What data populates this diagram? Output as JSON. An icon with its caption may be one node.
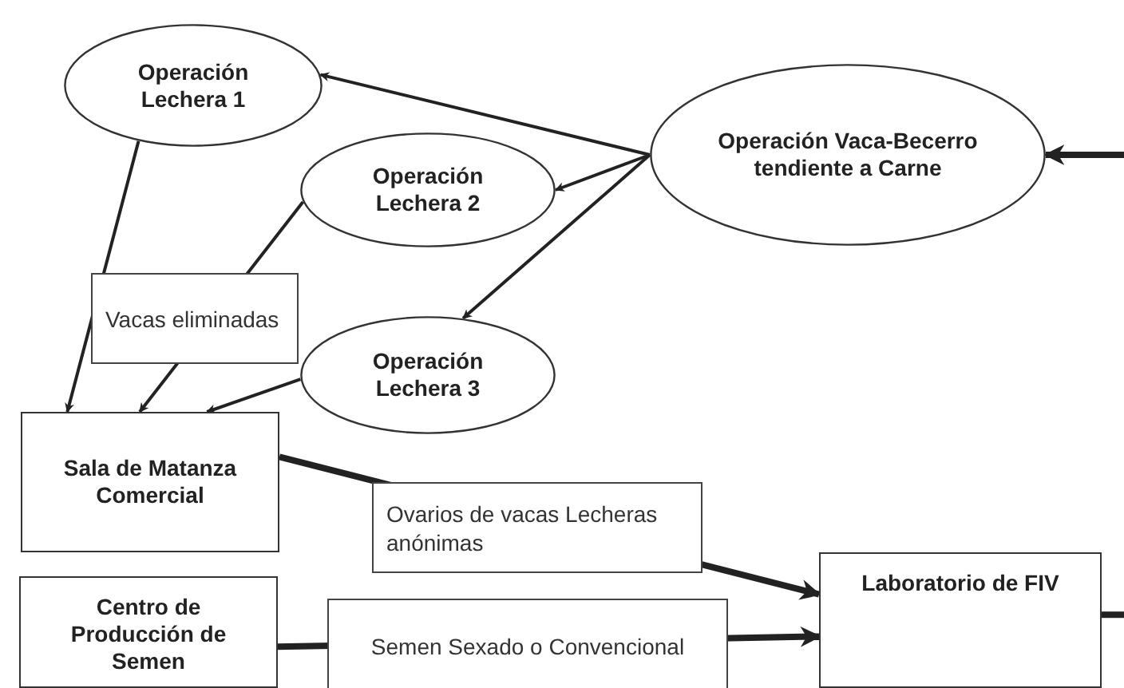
{
  "diagram": {
    "nodes": [
      {
        "text": [
          "Operación Lechera 1"
        ]
      },
      {
        "text": [
          "Operación Lechera 2"
        ]
      },
      {
        "text": [
          "Operación Vaca-Becerro tendiente a Carne"
        ]
      },
      {
        "text": [
          "Operación Lechera 3"
        ]
      },
      {
        "text": [
          "Sala de Matanza Comercial"
        ]
      },
      {
        "text": [
          "Centro de Producción de Semen"
        ]
      },
      {
        "text": [
          "Laboratorio de FIV"
        ]
      }
    ],
    "edges": [
      {
        "from": null,
        "to": 2,
        "arrow": "to",
        "style": "thick"
      },
      {
        "from": 2,
        "to": 0,
        "arrow": "to"
      },
      {
        "from": 2,
        "to": 1,
        "arrow": "to"
      },
      {
        "from": 2,
        "to": 3,
        "arrow": "to"
      },
      {
        "from": 0,
        "to": 4,
        "arrow": "to"
      },
      {
        "from": 1,
        "to": 4,
        "label": "Vacas eliminadas",
        "arrow": "to"
      },
      {
        "from": 3,
        "to": 4,
        "arrow": "to"
      },
      {
        "from": 4,
        "to": 6,
        "label": "Ovarios de vacas Lecheras anónimas",
        "arrow": "to",
        "style": "thick"
      },
      {
        "from": 5,
        "to": 6,
        "label": "Semen Sexado o Convencional",
        "arrow": "to",
        "style": "thick"
      },
      {
        "from": 6,
        "to": null,
        "arrow": "none",
        "style": "thick"
      }
    ]
  }
}
